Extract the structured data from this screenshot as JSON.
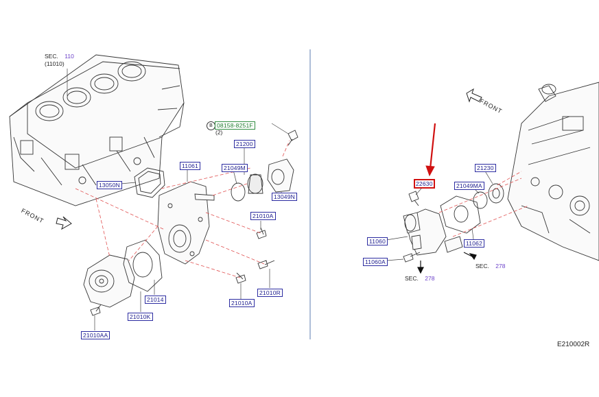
{
  "left": {
    "sec110": {
      "prefix": "SEC.",
      "number": "110",
      "sub": "(11010)"
    },
    "front": "FRONT",
    "bolt_ref": {
      "badge": "B",
      "part": "08158-8251F",
      "qty": "(2)"
    },
    "parts": {
      "p21200": "21200",
      "p21049M": "21049M",
      "p11061": "11061",
      "p13050N": "13050N",
      "p13049N": "13049N",
      "p21010A_top": "21010A",
      "p21010A_bottom": "21010A",
      "p21010R": "21010R",
      "p21014": "21014",
      "p21010K": "21010K",
      "p21010AA": "21010AA"
    }
  },
  "right": {
    "front": "FRONT",
    "parts": {
      "p22630": "22630",
      "p21230": "21230",
      "p21049MA": "21049MA",
      "p11062": "11062",
      "p11060": "11060",
      "p11060A": "11060A"
    },
    "sec278_left": {
      "prefix": "SEC.",
      "number": "278"
    },
    "sec278_right": {
      "prefix": "SEC.",
      "number": "278"
    }
  },
  "figure_code": "E210002R",
  "colors": {
    "label_border": "#2a2aa0",
    "highlight": "#d01010",
    "leader_dash": "#e05050",
    "sec_number": "#6a3fc9"
  }
}
